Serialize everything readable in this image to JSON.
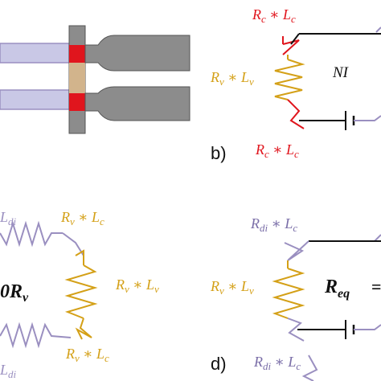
{
  "colors": {
    "red": "#e0151d",
    "gold": "#d4a017",
    "purple": "#9a8fc0",
    "purple_text": "#7a6ea8",
    "black": "#111111",
    "gray": "#8c8c8c",
    "lavender": "#c9c8e6",
    "tan": "#d2b48c"
  },
  "panel_b": {
    "tag": "b)",
    "top_label": {
      "main": "R",
      "sub1": "c",
      "op": " ∗ L",
      "sub2": "c"
    },
    "middle_label": {
      "main": "R",
      "sub1": "v",
      "op": " ∗ L",
      "sub2": "v"
    },
    "bottom_label": {
      "main": "R",
      "sub1": "c",
      "op": " ∗ L",
      "sub2": "c"
    },
    "source_label": "NI"
  },
  "panel_c": {
    "left_top": {
      "sub2": "di"
    },
    "left_bottom": {
      "sub2": "di"
    },
    "top_label": {
      "main": "R",
      "sub1": "v",
      "op": " ∗ L",
      "sub2": "c"
    },
    "middle_label": {
      "main": "R",
      "sub1": "v",
      "op": " ∗ L",
      "sub2": "v"
    },
    "bottom_label": {
      "main": "R",
      "sub1": "v",
      "op": " ∗ L",
      "sub2": "c"
    },
    "resistance_label": {
      "main": "0R",
      "sub": "v"
    }
  },
  "panel_d": {
    "tag": "d)",
    "top_label": {
      "main": "R",
      "sub1": "di",
      "op": " ∗ L",
      "sub2": "c"
    },
    "middle_label": {
      "main": "R",
      "sub1": "v",
      "op": " ∗ L",
      "sub2": "v"
    },
    "bottom_label": {
      "main": "R",
      "sub1": "di",
      "op": " ∗ L",
      "sub2": "c"
    },
    "resistance_label": {
      "main": "R",
      "sub": "eq"
    }
  }
}
